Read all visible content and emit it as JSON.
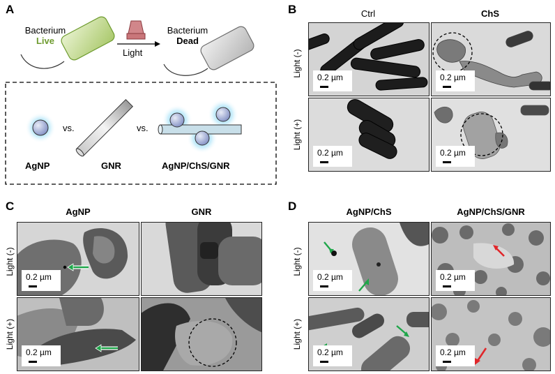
{
  "panel_letters": {
    "a": "A",
    "b": "B",
    "c": "C",
    "d": "D"
  },
  "schematic": {
    "left_line1": "Bacterium",
    "left_line2": "Live",
    "light": "Light",
    "right_line1": "Bacterium",
    "right_line2": "Dead",
    "vs1": "vs.",
    "vs2": "vs.",
    "label_agnp": "AgNP",
    "label_gnr": "GNR",
    "label_combo": "AgNP/ChS/GNR",
    "colors": {
      "live": "#6e9b2f",
      "live_fill": "#c9dd9c",
      "dead_fill": "#d2d2d2",
      "glow": "#7fd3f5",
      "light_icon": "#c9767a"
    }
  },
  "panel_b": {
    "col1": "Ctrl",
    "col2": "ChS"
  },
  "panel_c": {
    "col1": "AgNP",
    "col2": "GNR"
  },
  "panel_d": {
    "col1": "AgNP/ChS",
    "col2": "AgNP/ChS/GNR"
  },
  "rows": {
    "minus": "Light (-)",
    "plus": "Light (+)"
  },
  "scale_bar": "0.2 µm",
  "arrow_colors": {
    "green": "#1fa64a",
    "red": "#e0262a"
  }
}
